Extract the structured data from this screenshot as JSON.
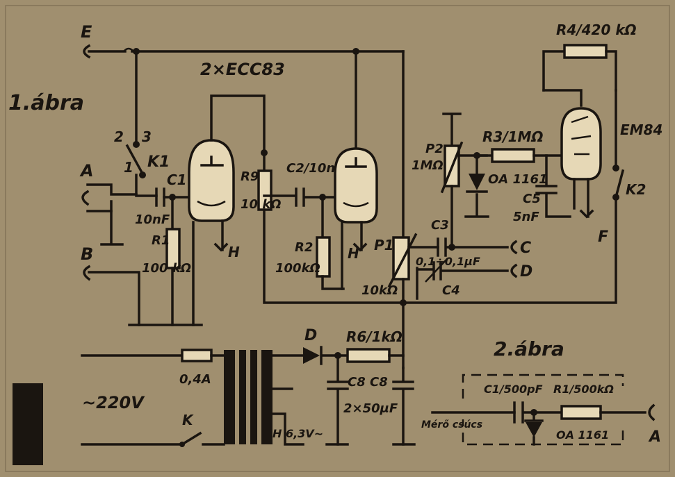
{
  "figure1": {
    "title": "1.ábra",
    "tubes_label": "2×ECC83",
    "terminals": {
      "E": "E",
      "A": "A",
      "B": "B",
      "C": "C",
      "D": "D",
      "F": "F"
    },
    "switch_k1": {
      "name": "K1",
      "pos1": "1",
      "pos2": "2",
      "pos3": "3"
    },
    "c1": {
      "name": "C1",
      "value": "10nF"
    },
    "r1": {
      "name": "R1",
      "value": "100 kΩ"
    },
    "c2": {
      "name": "C2/10nF"
    },
    "r9": {
      "name": "R9",
      "value": "10 kΩ"
    },
    "r2": {
      "name": "R2",
      "value": "100kΩ"
    },
    "heater_h1": "H",
    "heater_h2": "H",
    "p1": {
      "name": "P1",
      "value": "10kΩ"
    },
    "p2": {
      "name": "P2",
      "value": "1MΩ"
    },
    "r3": {
      "name": "R3/1MΩ"
    },
    "diode_oa": "OA 1161",
    "c5": {
      "name": "C5",
      "value": "5nF"
    },
    "r4": {
      "name": "R4/420 kΩ"
    },
    "em84": "EM84",
    "switch_k2": "K2",
    "c3": "C3",
    "c3c4_value": "0,1÷0,1μF",
    "c4": "C4",
    "mains": "~220V",
    "fuse": "0,4A",
    "switch_k": "K",
    "diode_d": "D",
    "r6": {
      "name": "R6/1kΩ"
    },
    "c8": {
      "name": "C8",
      "name2": "C8",
      "value": "2×50μF"
    },
    "heater_supply": "H 6,3V~"
  },
  "figure2": {
    "title": "2.ábra",
    "c": "C1/500pF",
    "r": "R1/500kΩ",
    "diode": "OA 1161",
    "input": "Mérő csúcs",
    "terminal": "A"
  }
}
